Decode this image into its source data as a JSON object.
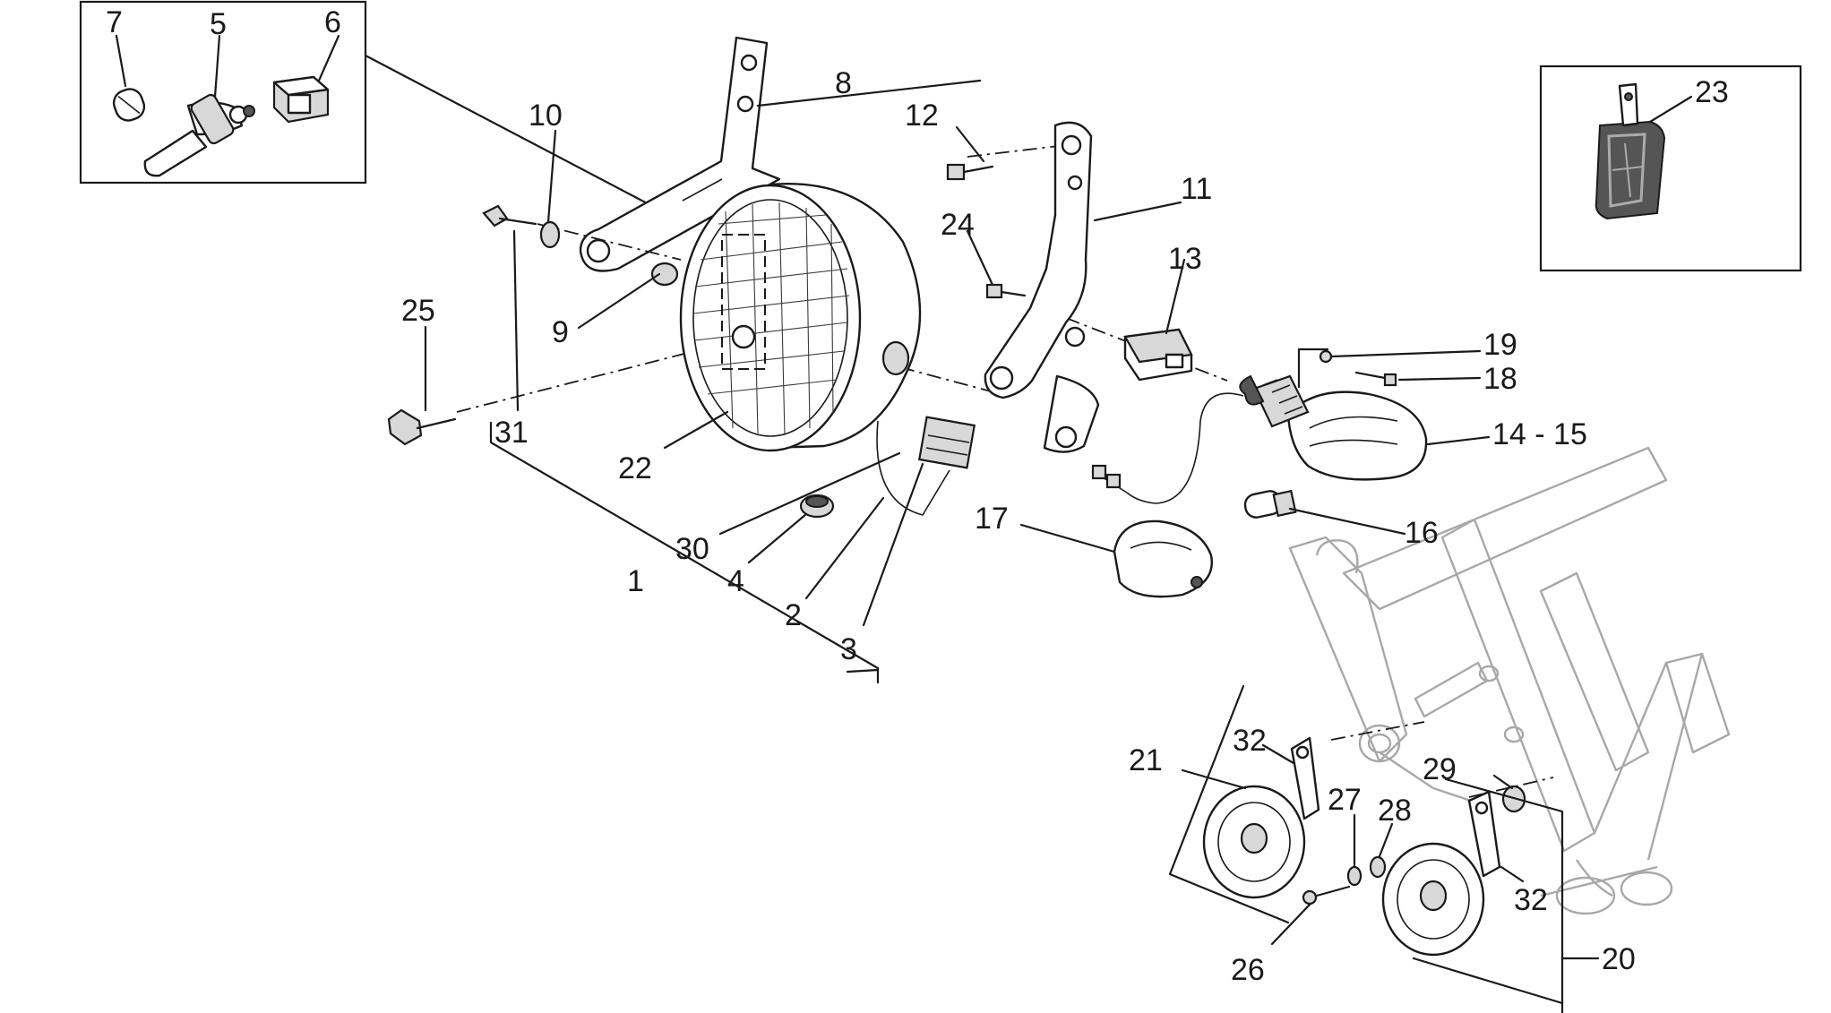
{
  "callouts": [
    {
      "id": "7",
      "text": "7"
    },
    {
      "id": "5",
      "text": "5"
    },
    {
      "id": "6",
      "text": "6"
    },
    {
      "id": "8",
      "text": "8"
    },
    {
      "id": "10",
      "text": "10"
    },
    {
      "id": "12",
      "text": "12"
    },
    {
      "id": "11",
      "text": "11"
    },
    {
      "id": "23",
      "text": "23"
    },
    {
      "id": "24",
      "text": "24"
    },
    {
      "id": "13",
      "text": "13"
    },
    {
      "id": "25",
      "text": "25"
    },
    {
      "id": "9",
      "text": "9"
    },
    {
      "id": "19",
      "text": "19"
    },
    {
      "id": "18",
      "text": "18"
    },
    {
      "id": "14-15",
      "text": "14 - 15"
    },
    {
      "id": "31",
      "text": "31"
    },
    {
      "id": "22",
      "text": "22"
    },
    {
      "id": "16",
      "text": "16"
    },
    {
      "id": "17",
      "text": "17"
    },
    {
      "id": "30",
      "text": "30"
    },
    {
      "id": "4",
      "text": "4"
    },
    {
      "id": "1",
      "text": "1"
    },
    {
      "id": "2",
      "text": "2"
    },
    {
      "id": "3",
      "text": "3"
    },
    {
      "id": "21",
      "text": "21"
    },
    {
      "id": "32a",
      "text": "32"
    },
    {
      "id": "29",
      "text": "29"
    },
    {
      "id": "27",
      "text": "27"
    },
    {
      "id": "28",
      "text": "28"
    },
    {
      "id": "32b",
      "text": "32"
    },
    {
      "id": "26",
      "text": "26"
    },
    {
      "id": "20",
      "text": "20"
    }
  ]
}
